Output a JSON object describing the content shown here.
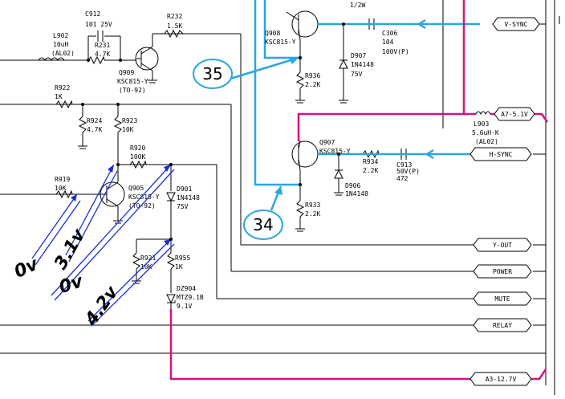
{
  "colors": {
    "wire": "#000000",
    "highlight_blue": "#2aa6e0",
    "highlight_magenta": "#d4127f",
    "annotation_arrow": "#1a2fd0"
  },
  "components": {
    "c912": [
      "C912",
      "101 25V"
    ],
    "r232": [
      "R232",
      "1.5K"
    ],
    "l902": [
      "L902",
      "10uH",
      "(AL02)"
    ],
    "r231": [
      "R231",
      "4.7K"
    ],
    "q909": [
      "Q909",
      "KSC815-Y",
      "(TO-92)"
    ],
    "r922": [
      "R922",
      "1K"
    ],
    "r924": [
      "R924",
      "4.7K"
    ],
    "r923": [
      "R923",
      "10K"
    ],
    "r920": [
      "R920",
      "100K"
    ],
    "r919": [
      "R919",
      "10K"
    ],
    "q905": [
      "Q905",
      "KSC815-Y",
      "(TO-92)"
    ],
    "d901": [
      "D901",
      "1N4148",
      "75V"
    ],
    "r921": [
      "R921",
      "10K"
    ],
    "r955": [
      "R955",
      "1K"
    ],
    "dz904": [
      "DZ904",
      "MTZ9.1B",
      "9.1V"
    ],
    "q908": [
      "Q908",
      "KSC815-Y"
    ],
    "r936": [
      "R936",
      "2.2K"
    ],
    "d907": [
      "D907",
      "1N4148",
      "75V"
    ],
    "c306": [
      "1/2W",
      "C306",
      "104",
      "100V(P)"
    ],
    "l903": [
      "L903",
      "5.6uH-K",
      "(AL02)"
    ],
    "q907": [
      "Q907",
      "KSC815-Y"
    ],
    "r934": [
      "R934",
      "2.2K"
    ],
    "c913": [
      "C913",
      "50V(P)",
      "472"
    ],
    "d906": [
      "D906",
      "1N4148"
    ],
    "r933": [
      "R933",
      "2.2K"
    ]
  },
  "ports": {
    "vsync": "V-SYNC",
    "a7": "A7-5.1V",
    "hsync": "H-SYNC",
    "yout": "Y-OUT",
    "power": "POWER",
    "mute": "MUTE",
    "relay": "RELAY",
    "a3": "A3-12.7V"
  },
  "callouts": {
    "c35": "35",
    "c34": "34"
  },
  "handwritten": {
    "v0_a": "0v",
    "v31": "3.1v",
    "v0_b": "0v",
    "v42": "4.2v"
  }
}
